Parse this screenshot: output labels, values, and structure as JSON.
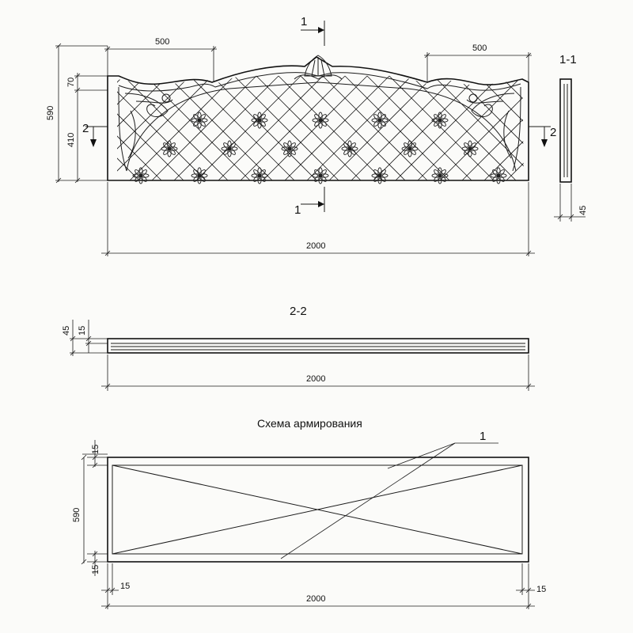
{
  "front_view": {
    "dims": {
      "top_left_offset": "500",
      "top_right_offset": "500",
      "total_height": "590",
      "top_step": "70",
      "body_height": "410",
      "length": "2000"
    },
    "section_1_1": {
      "top_mark": "1",
      "bottom_mark": "1",
      "label": "1-1"
    },
    "section_2_marks": {
      "left": "2",
      "right": "2"
    },
    "side_thickness": "45"
  },
  "section_2_2": {
    "label": "2-2",
    "dims": {
      "thickness": "45",
      "cover": "15",
      "length": "2000"
    }
  },
  "reinforcement": {
    "title": "Схема армирования",
    "callout": "1",
    "dims": {
      "top_cover": "15",
      "height": "590",
      "bottom_cover": "15",
      "left_cover": "15",
      "right_cover": "15",
      "length": "2000"
    }
  }
}
